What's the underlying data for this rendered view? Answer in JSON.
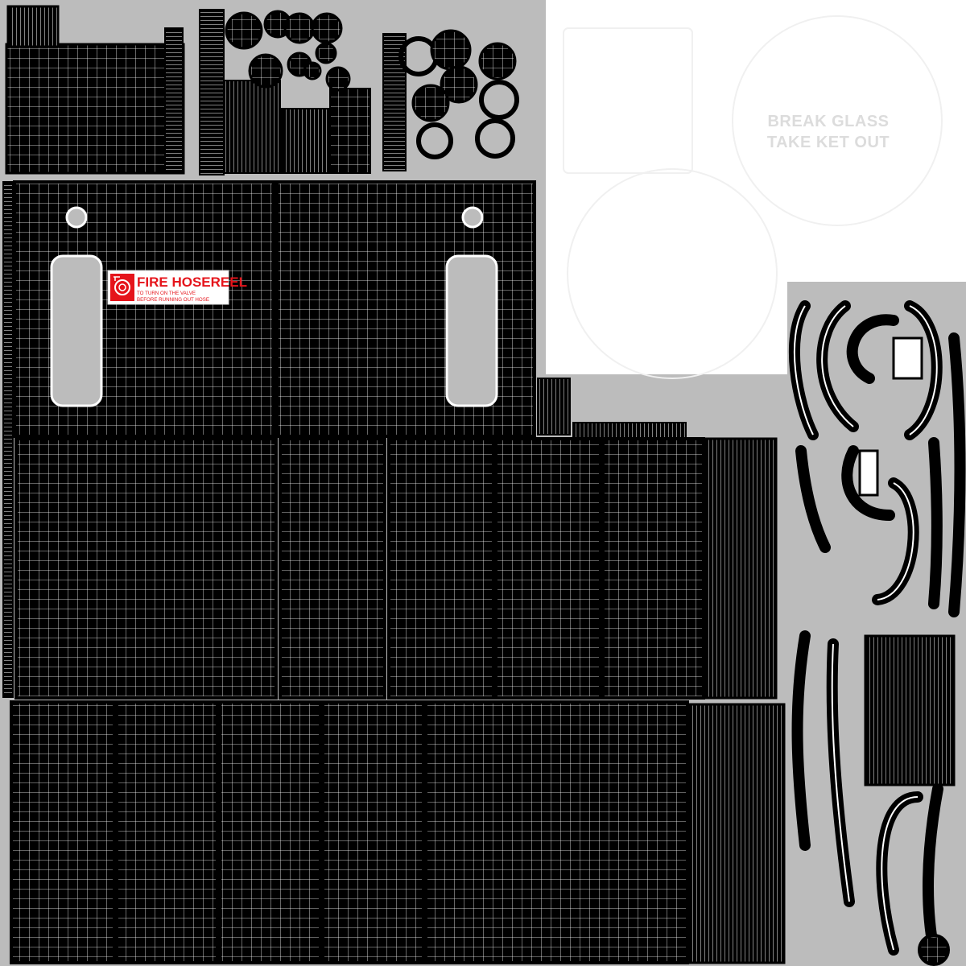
{
  "texture": {
    "background_color": "#ffffff",
    "island_area_color": "#bcbcbc",
    "panel_fill_color": "#000000",
    "wire_color": "#ffffff",
    "label_accent_color": "#e5141b"
  },
  "fire_hosereel_sign": {
    "icon": "fire-hose-icon",
    "title": "FIRE HOSEREEL",
    "line1": "TO TURN ON THE VALVE",
    "line2": "BEFORE RUNNING OUT HOSE"
  },
  "break_glass_label": {
    "line1": "BREAK GLASS",
    "line2": "TAKE KET OUT"
  }
}
